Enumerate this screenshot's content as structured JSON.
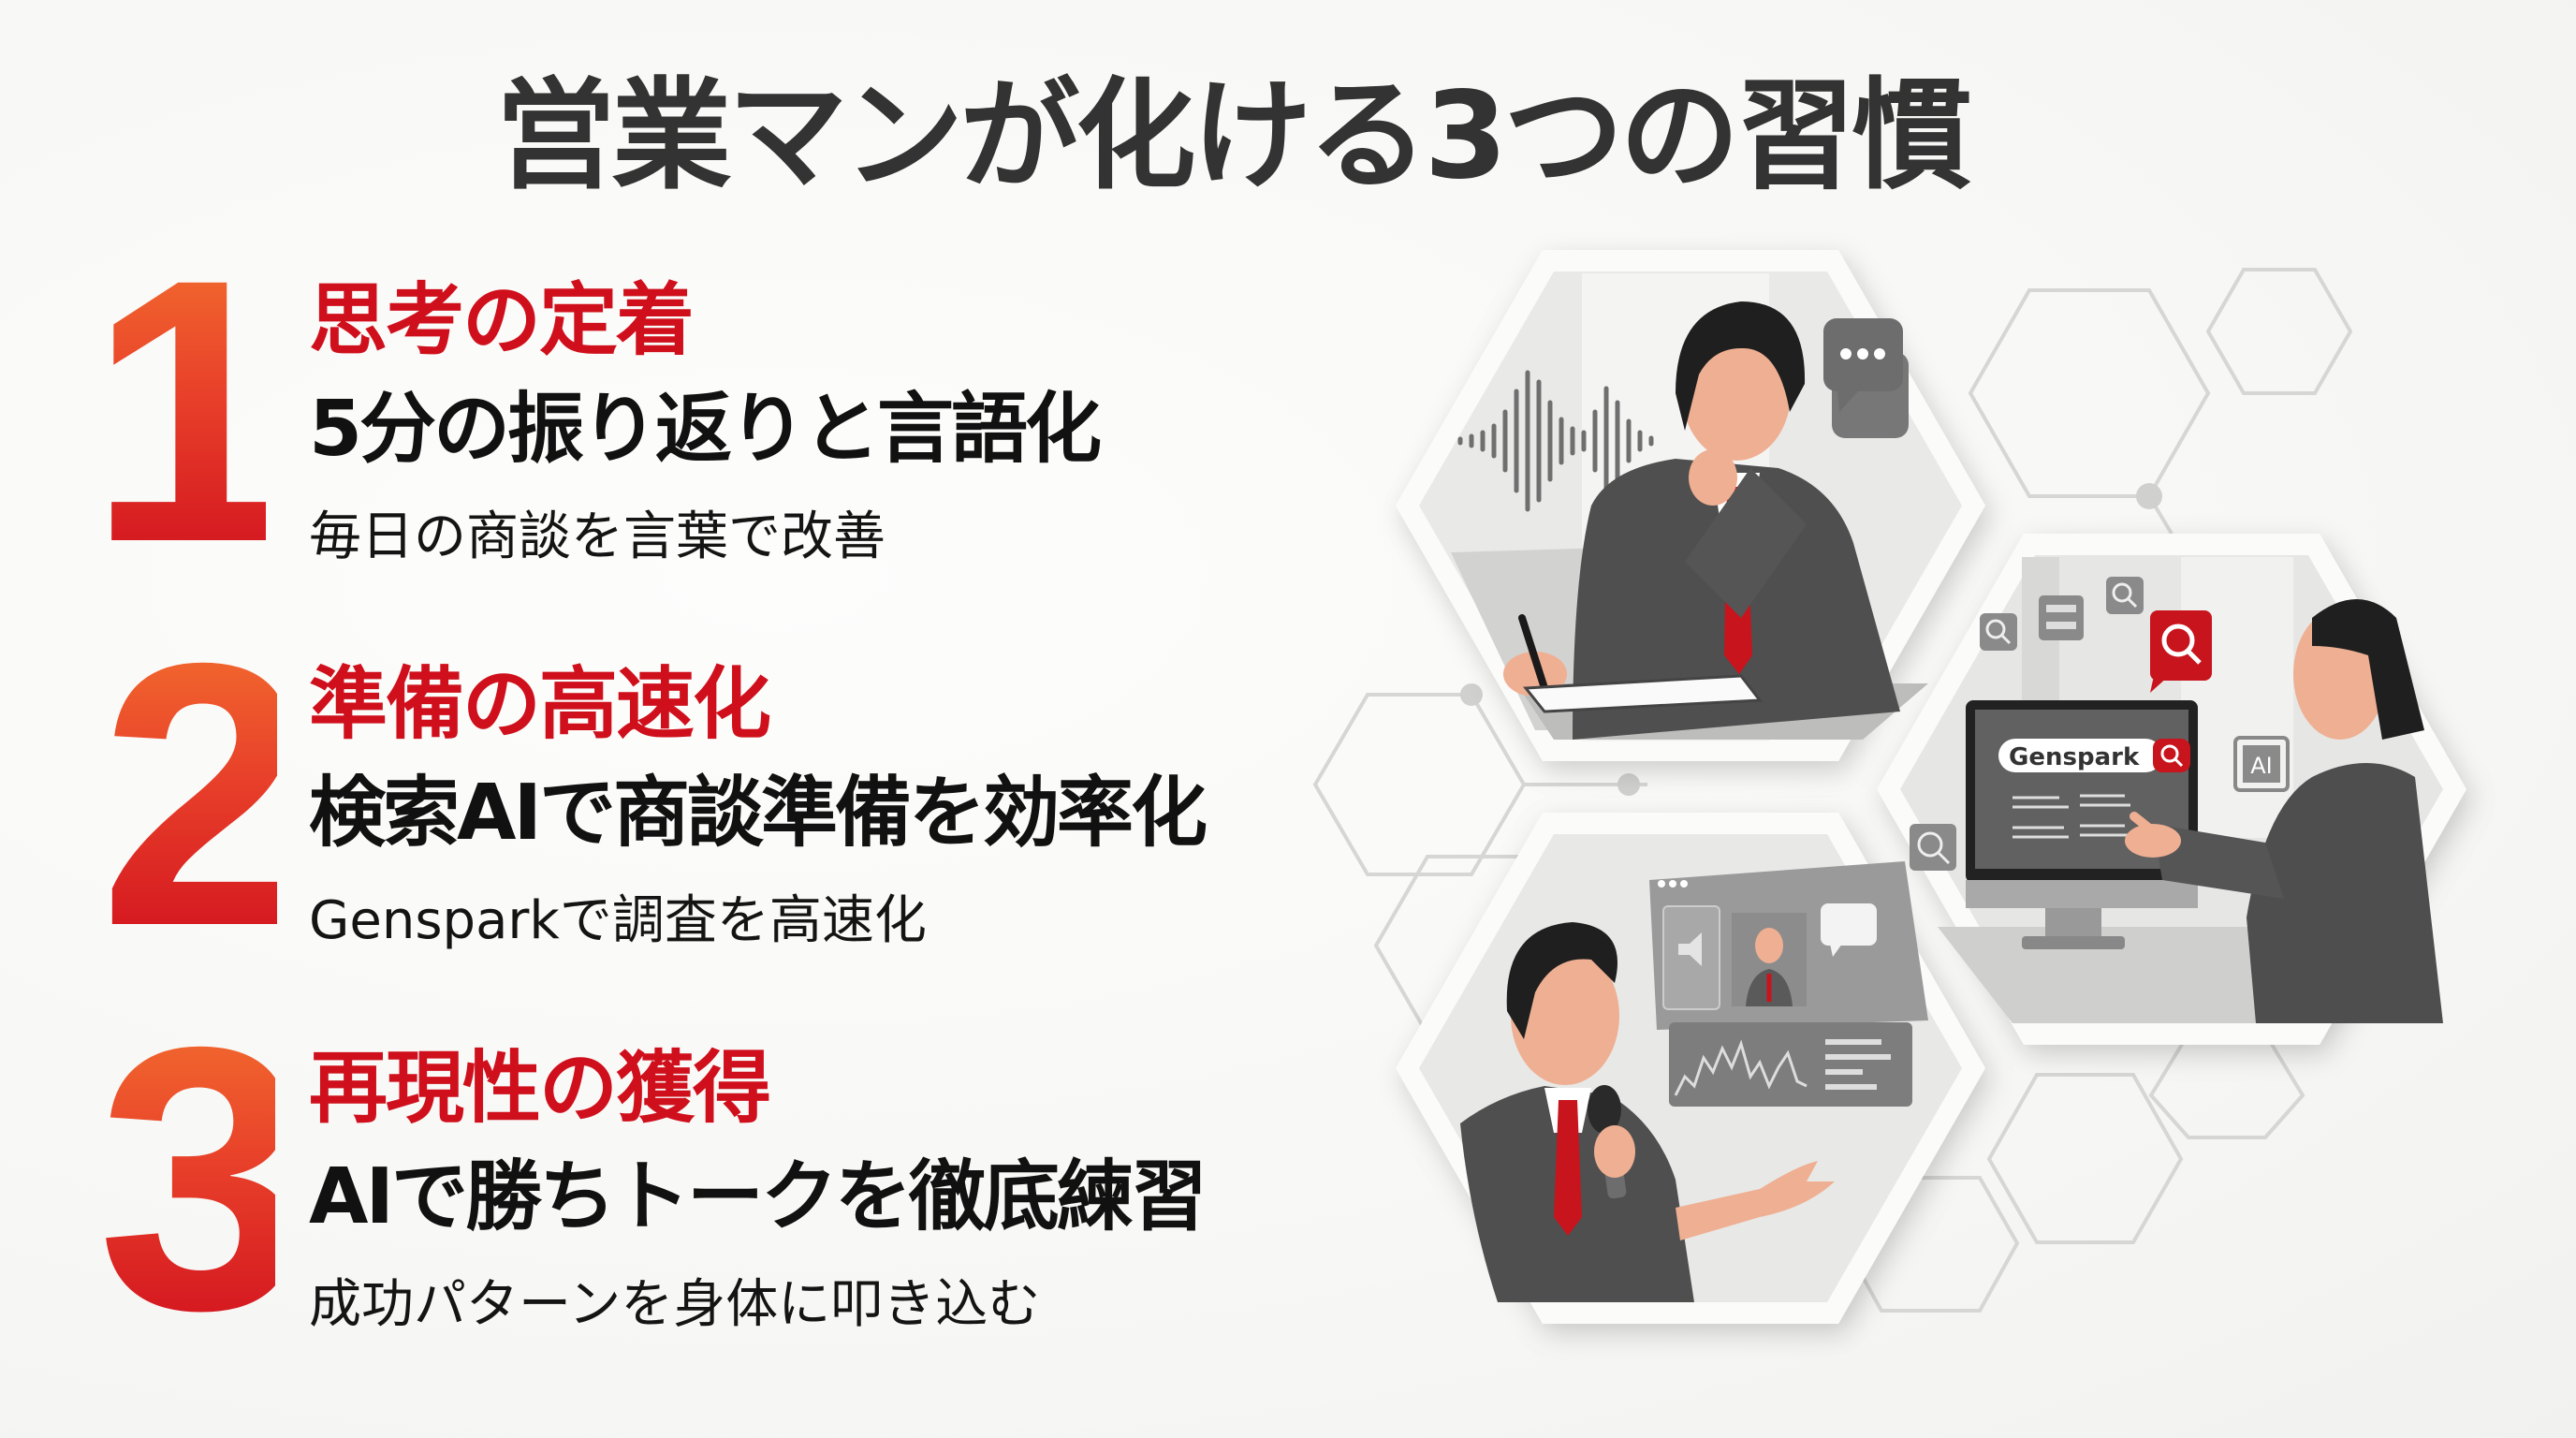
{
  "slide": {
    "title": "営業マンが化ける3つの習慣",
    "colors": {
      "background": "#f8f8f6",
      "title": "#333333",
      "accent_red": "#cf101c",
      "numeral_gradient_top": "#f26a2e",
      "numeral_gradient_bottom": "#d3141f",
      "heading": "#111111",
      "hex_outline": "#d6d6d4"
    }
  },
  "habits": [
    {
      "number": "1",
      "category": "思考の定着",
      "headline": "5分の振り返りと言語化",
      "description": "毎日の商談を言葉で改善"
    },
    {
      "number": "2",
      "category": "準備の高速化",
      "headline": "検索AIで商談準備を効率化",
      "description": "Gensparkで調査を高速化"
    },
    {
      "number": "3",
      "category": "再現性の獲得",
      "headline": "AIで勝ちトークを徹底練習",
      "description": "成功パターンを身体に叩き込む"
    }
  ],
  "illustrations": [
    {
      "scene": "businessman-reflecting-writing-notes",
      "icons": [
        "sound-wave-icon",
        "chat-bubbles-icon",
        "pen-icon",
        "notebook-icon"
      ]
    },
    {
      "scene": "businessman-searching-on-monitor",
      "search_box_text": "Genspark",
      "chip_label": "AI",
      "icons": [
        "search-icon",
        "document-list-icon",
        "ai-chip-icon",
        "magnifier-bubble-icon"
      ]
    },
    {
      "scene": "businessman-practicing-talk-with-microphone",
      "icons": [
        "microphone-icon",
        "speaker-icon",
        "video-call-avatar-icon",
        "bar-chart-icon",
        "chat-bubble-icon"
      ]
    }
  ]
}
